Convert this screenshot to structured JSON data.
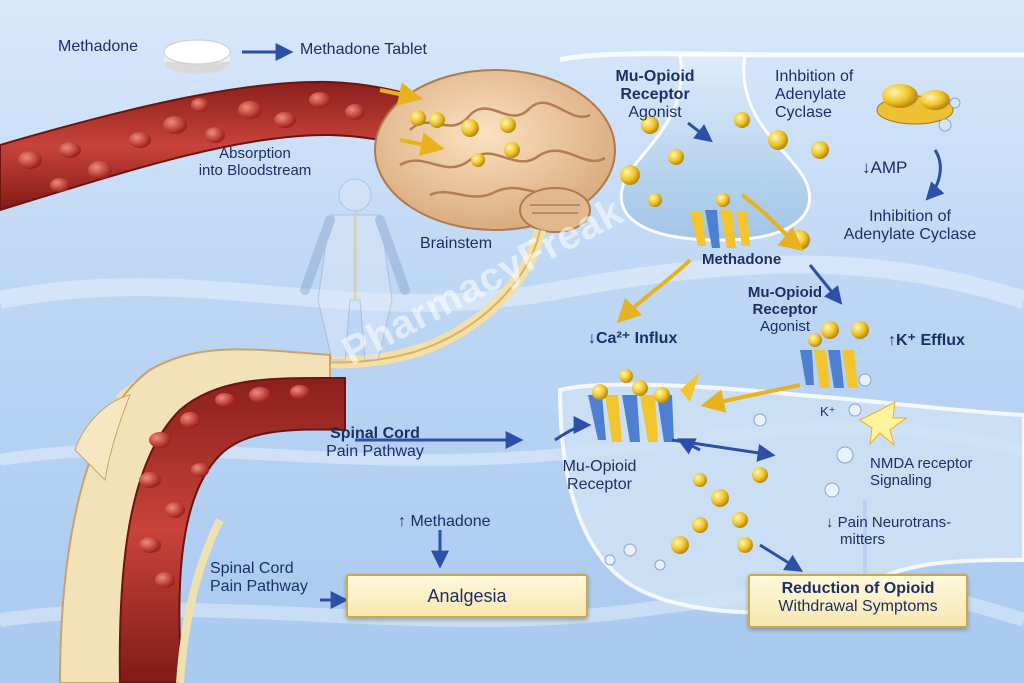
{
  "watermark": "PharmacyFreak",
  "labels": {
    "methadone": "Methadone",
    "methadone_tablet": "Methadone Tablet",
    "absorption": [
      "Absorption",
      "into Bloodstream"
    ],
    "brainstem": "Brainstem",
    "mu_agonist_top": [
      "Mu-Opioid",
      "Receptor",
      "Agonist"
    ],
    "inhibition_top": [
      "Inhbition of",
      "Adenylate",
      "Cyclase"
    ],
    "camp": "AMP",
    "inhibition_right": [
      "Inhibition of",
      "Adenylate Cyclase"
    ],
    "methadone_synapse": "Methadone",
    "mu_agonist_mid": [
      "Mu-Opioid",
      "Receptor",
      "Agonist"
    ],
    "ca_influx": "Ca²⁺ Influx",
    "k_efflux": "K⁺ Efflux",
    "k_ion": "K⁺",
    "spinal_cord_mid": [
      "Spinal Cord",
      "Pain Pathway"
    ],
    "mu_receptor": [
      "Mu-Opioid",
      "Receptor"
    ],
    "nmda": [
      "NMDA receptor",
      "Signaling"
    ],
    "up_methadone": "Methadone",
    "pain_neuro": [
      "Pain Neurotrans-",
      "mitters"
    ],
    "spinal_cord_low": [
      "Spinal Cord",
      "Pain Pathway"
    ],
    "analgesia": "Analgesia",
    "reduction": [
      "Reduction of Opioid",
      "Withdrawal Symptoms"
    ]
  },
  "icons": [
    "methadone-tablet-icon",
    "brain-icon",
    "human-figure-icon",
    "spinal-cord-icon",
    "nerve-terminal-icon",
    "opioid-receptor-icon",
    "adenylate-cyclase-icon"
  ],
  "colors": {
    "text": "#1c2f66",
    "arrow": "#2c4fa8",
    "yellow_arrow": "#e8b21f",
    "blood": "#b8302a",
    "box_fill": "#f7e7b0"
  }
}
